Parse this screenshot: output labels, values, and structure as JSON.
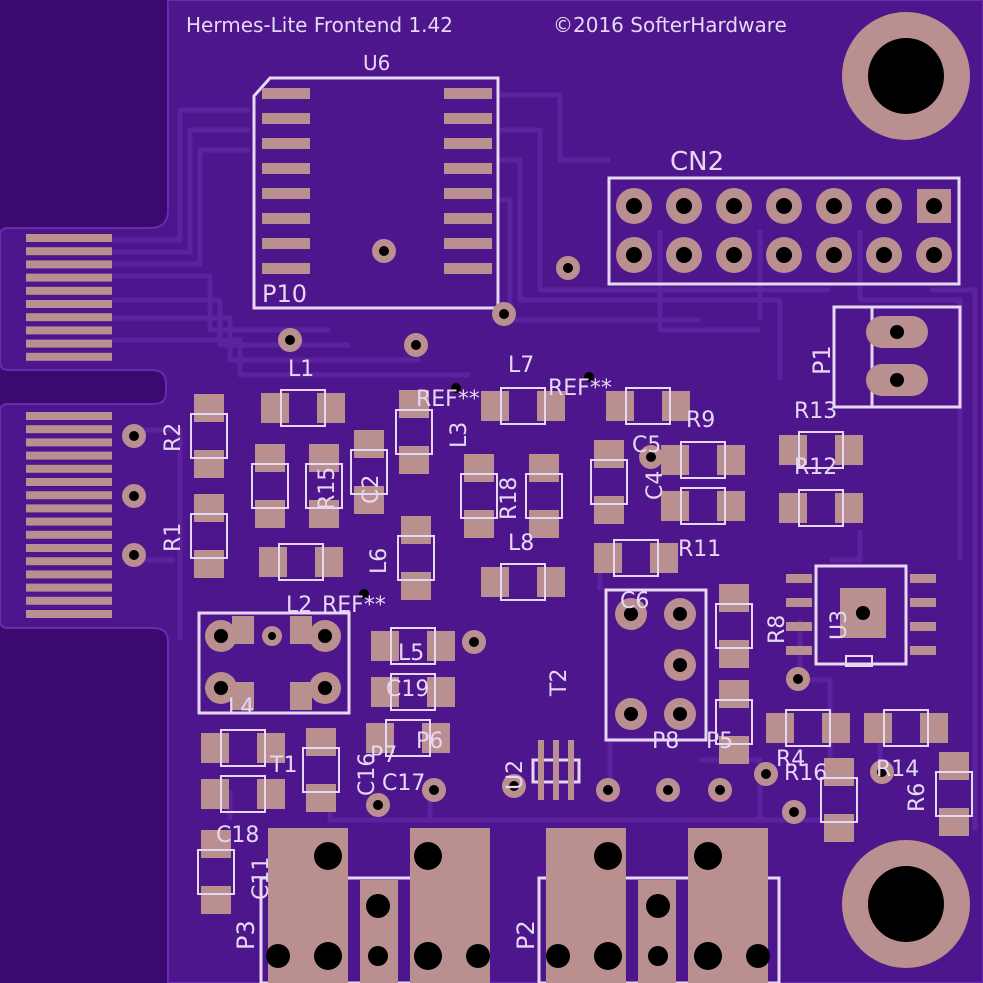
{
  "board": {
    "title": "Hermes-Lite Frontend 1.42",
    "copyright": "©2016 SofterHardware",
    "colors": {
      "background": "#3a0a70",
      "soldermask": "#4e168c",
      "trace": "#5c22a0",
      "pad": "#b98f8f",
      "silkscreen": "#e6d8f2",
      "hole": "#000000"
    }
  },
  "designators": {
    "U6": "U6",
    "P10": "P10",
    "CN2": "CN2",
    "P1": "P1",
    "L1": "L1",
    "L2": "L2",
    "L3": "L3",
    "L4": "L4",
    "L5": "L5",
    "L6": "L6",
    "L7": "L7",
    "L8": "L8",
    "R1": "R1",
    "R2": "R2",
    "R4": "R4",
    "R6": "R6",
    "R8": "R8",
    "R9": "R9",
    "R11": "R11",
    "R12": "R12",
    "R13": "R13",
    "R14": "R14",
    "R15": "R15",
    "R16": "R16",
    "R18": "R18",
    "C2": "C2",
    "C4": "C4",
    "C5": "C5",
    "C6": "C6",
    "C11": "C11",
    "C16": "C16",
    "C17": "C17",
    "C18": "C18",
    "C19": "C19",
    "T1": "T1",
    "T2": "T2",
    "U2": "U2",
    "U3": "U3",
    "P2": "P2",
    "P3": "P3",
    "P5": "P5",
    "P6": "P6",
    "P7": "P7",
    "P8": "P8",
    "REF": "REF**"
  }
}
